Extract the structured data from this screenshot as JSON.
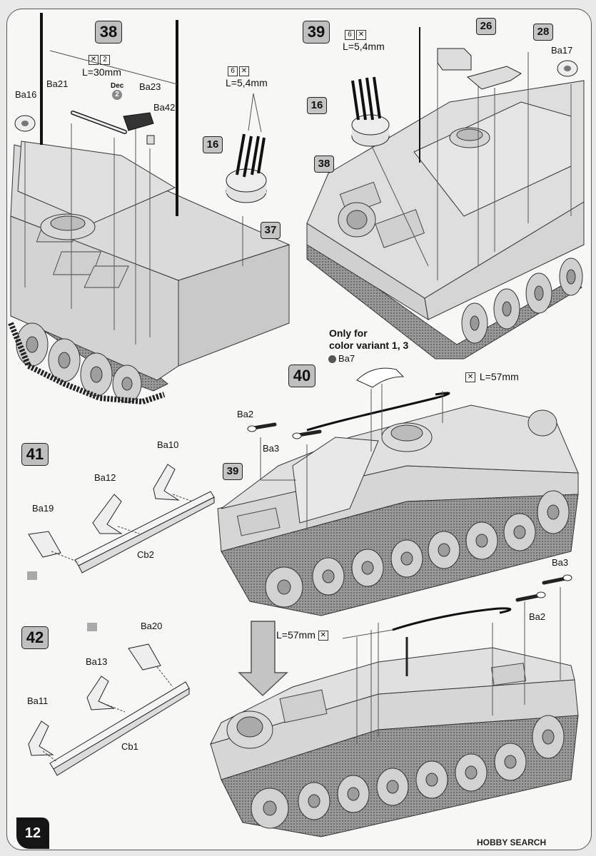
{
  "steps": {
    "s38": "38",
    "s39": "39",
    "s40": "40",
    "s41": "41",
    "s42": "42"
  },
  "badges": {
    "b16a": "16",
    "b37": "37",
    "b16b": "16",
    "b38": "38",
    "b26": "26",
    "b28": "28",
    "b39": "39"
  },
  "step38": {
    "length_qty": "2",
    "length": "L=30mm",
    "pin_qty": "6",
    "pin_length": "L=5,4mm",
    "dec_label": "Dec",
    "dec_number": "2",
    "parts": {
      "ba21": "Ba21",
      "ba23": "Ba23",
      "ba42": "Ba42",
      "ba16": "Ba16"
    }
  },
  "step39": {
    "pin_qty": "6",
    "pin_length": "L=5,4mm",
    "parts": {
      "ba17": "Ba17"
    }
  },
  "step40": {
    "note_line1": "Only for",
    "note_line2": "color variant 1, 3",
    "length": "L=57mm",
    "parts": {
      "ba7": "Ba7",
      "ba2": "Ba2",
      "ba3": "Ba3"
    }
  },
  "step41": {
    "parts": {
      "ba10": "Ba10",
      "ba12": "Ba12",
      "ba19": "Ba19",
      "cb2": "Cb2"
    }
  },
  "step42": {
    "parts": {
      "ba20": "Ba20",
      "ba13": "Ba13",
      "ba11": "Ba11",
      "cb1": "Cb1"
    }
  },
  "step43": {
    "length": "L=57mm",
    "parts": {
      "ba3": "Ba3",
      "ba2": "Ba2"
    }
  },
  "page_number": "12",
  "footer": "HOBBY SEARCH"
}
